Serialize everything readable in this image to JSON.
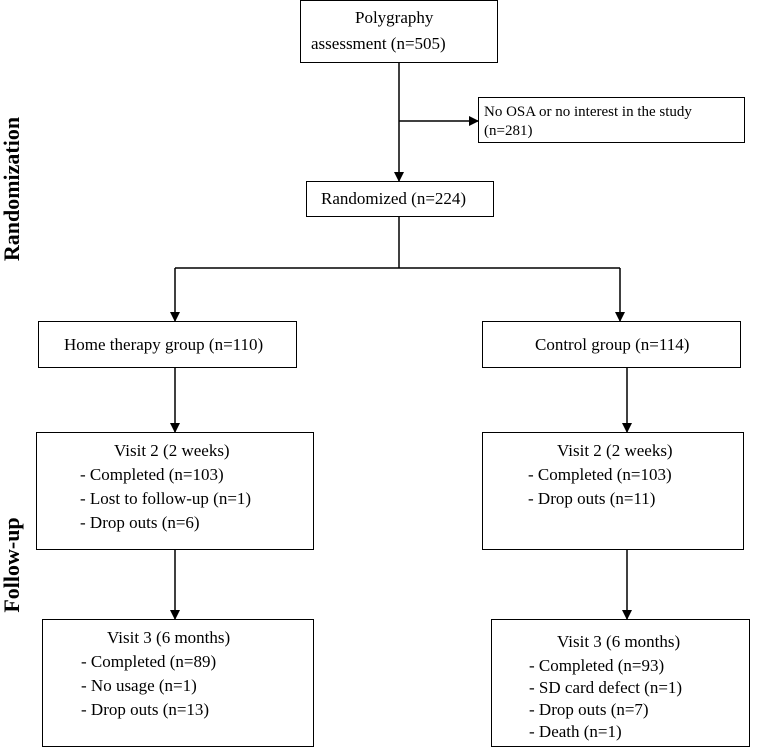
{
  "side_labels": {
    "randomization": "Randomization",
    "follow_up": "Follow-up"
  },
  "polygraphy": {
    "line1": "Polygraphy",
    "line2": "assessment (n=505)"
  },
  "excluded": {
    "line1": "No OSA or no interest in the study",
    "line2": "(n=281)"
  },
  "randomized": {
    "label": "Randomized (n=224)"
  },
  "home_group": {
    "label": "Home therapy group (n=110)"
  },
  "control_group": {
    "label": "Control group (n=114)"
  },
  "home_visit2": {
    "title": "Visit 2 (2 weeks)",
    "items": [
      "- Completed (n=103)",
      "- Lost to follow-up (n=1)",
      "- Drop outs (n=6)"
    ]
  },
  "control_visit2": {
    "title": "Visit 2 (2 weeks)",
    "items": [
      "- Completed (n=103)",
      "- Drop outs (n=11)"
    ]
  },
  "home_visit3": {
    "title": "Visit 3 (6 months)",
    "items": [
      "- Completed (n=89)",
      "- No usage (n=1)",
      "- Drop outs (n=13)"
    ]
  },
  "control_visit3": {
    "title": "Visit 3 (6 months)",
    "items": [
      "- Completed (n=93)",
      "- SD card defect (n=1)",
      "- Drop outs (n=7)",
      "- Death (n=1)"
    ]
  }
}
